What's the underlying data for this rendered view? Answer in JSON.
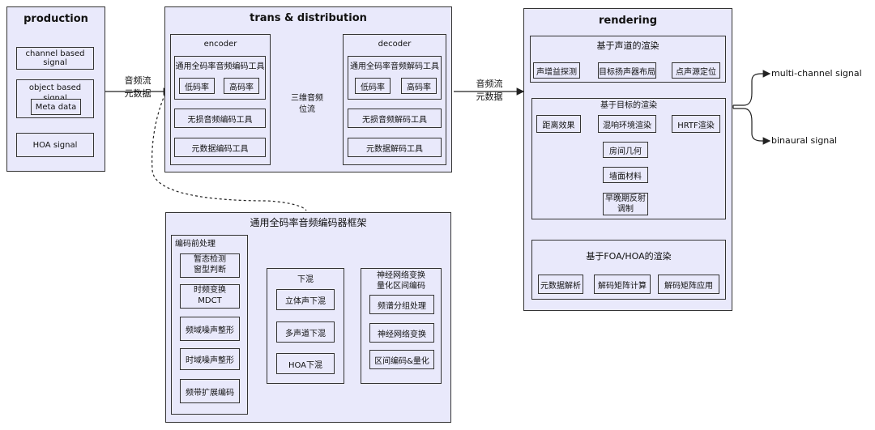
{
  "production": {
    "title": "production",
    "channel": "channel based signal",
    "object": "object based signal",
    "meta": "Meta data",
    "hoa": "HOA signal"
  },
  "edge_left": [
    "音频流",
    "元数据"
  ],
  "trans": {
    "title": "trans & distribution",
    "encoder": {
      "title": "encoder",
      "tool": "通用全码率音频编码工具",
      "low": "低码率",
      "high": "高码率",
      "lossless": "无损音频编码工具",
      "meta": "元数据编码工具"
    },
    "middle": [
      "三维音频",
      "位流"
    ],
    "decoder": {
      "title": "decoder",
      "tool": "通用全码率音频解码工具",
      "low": "低码率",
      "high": "高码率",
      "lossless": "无损音频解码工具",
      "meta": "元数据解码工具"
    }
  },
  "edge_mid": [
    "音频流",
    "元数据"
  ],
  "rendering": {
    "title": "rendering",
    "channel_section": {
      "title": "基于声道的渲染",
      "gain": "声增益探测",
      "layout": "目标扬声器布局",
      "point": "点声源定位"
    },
    "object_section": {
      "title": "基于目标的渲染",
      "distance": "距离效果",
      "reverb": "混响环境渲染",
      "hrtf": "HRTF渲染",
      "room": "房间几何",
      "wall": "墙面材料",
      "early": [
        "早晚期反射",
        "调制"
      ]
    },
    "foa_section": {
      "title": "基于FOA/HOA的渲染",
      "meta": "元数据解析",
      "matrix_calc": "解码矩阵计算",
      "matrix_apply": "解码矩阵应用"
    }
  },
  "outputs": {
    "multi": "multi-channel signal",
    "binaural": "binaural signal"
  },
  "framework": {
    "title": "通用全码率音频编码器框架",
    "pre": {
      "title": "编码前处理",
      "steps": [
        [
          "暂态检测",
          "窗型判断"
        ],
        [
          "时频变换",
          "MDCT"
        ],
        [
          "频域噪声整形"
        ],
        [
          "时域噪声整形"
        ],
        [
          "频带扩展编码"
        ]
      ]
    },
    "downmix": {
      "title": "下混",
      "items": [
        "立体声下混",
        "多声道下混",
        "HOA下混"
      ]
    },
    "nn": {
      "title": [
        "神经网络变换",
        "量化区间编码"
      ],
      "items": [
        "频谱分组处理",
        "神经网络变换",
        "区间编码&量化"
      ]
    }
  }
}
